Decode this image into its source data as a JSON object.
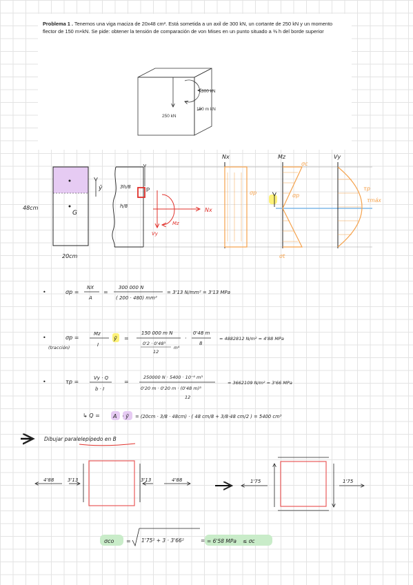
{
  "problem": {
    "title": "Problema 1 .",
    "statement": "Tenemos una viga maciza de 20x48 cm². Está sometida a un axil de 300 kN, un cortante de 250 kN y un momento flector de 150 m×kN. Se pide: obtener la tensión de comparación de von Mises en un punto situado a ⅜ h del borde superior"
  },
  "beam_figure": {
    "axial_label": "300 kN",
    "shear_label": "250 kN",
    "moment_label": "150 m kN"
  },
  "section": {
    "height_label": "48cm",
    "width_label": "20cm",
    "point_label": "P",
    "centroid_label": "G",
    "ybar_label": "ȳ",
    "upper_fraction": "3h/8",
    "lower_fraction": "h/8",
    "nx_label": "Nx",
    "mz_label": "Mz",
    "vy_label": "Vy"
  },
  "diagrams": {
    "nx_title": "Nx",
    "mz_title": "Mz",
    "vy_title": "Vy",
    "sigma_p_nx": "σp",
    "sigma_top": "σc",
    "sigma_p_mz": "σp",
    "sigma_bottom": "σt",
    "tau_p": "τp",
    "tau_max": "τmáx",
    "y_label": "ȳ"
  },
  "equations": {
    "eq1": {
      "lhs": "σp =",
      "frac1_num": "NX",
      "frac1_den": "A",
      "eq": "=",
      "frac2_num": "300 000 N",
      "frac2_den": "( 200 · 480) mm²",
      "result": "= 3'13 N/mm² = 3'13 MPa"
    },
    "eq2": {
      "lhs": "σp =",
      "note": "(tracción)",
      "frac1_num": "Mz",
      "frac1_den": "I",
      "ybar": "ȳ",
      "frac2_num": "150 000 m N",
      "frac2_den_top": "0'2 · 0'48³",
      "frac2_den_bottom": "12",
      "unit": "m⁴",
      "frac3_num": "0'48 m",
      "frac3_den": "8",
      "result": "= 4882812 N/m² = 4'88 MPa"
    },
    "eq3": {
      "lhs": "τp =",
      "frac1_num": "Vy · Q",
      "frac1_den": "b · I",
      "eq": "=",
      "frac2_num": "250000 N · 5400 · 10⁻⁶ m³",
      "frac2_den": "0'20 m · 0'20 m · (0'48 m)³",
      "frac2_den_sub": "12",
      "result": "= 3662109 N/m² = 3'66 MPa"
    },
    "eq4": {
      "text_a": "↳ Q =",
      "a": "A",
      "ybar": "· ȳ",
      "text_b": "= (20cm · 3/8 · 48cm) · ( 48 cm/8 + 3/8·48 cm/2 ) = 5400 cm³"
    }
  },
  "parallelepiped": {
    "heading": "Dibujar paralelepípedo en B",
    "left_outer": "4'88",
    "left_inner": "3'13",
    "right_inner": "3'13",
    "right_outer": "4'88",
    "shear_left": "1'75",
    "shear_right": "1'75"
  },
  "von_mises": {
    "lhs": "σco",
    "radicand": "1'75² + 3 · 3'66²",
    "result": "= 6'58 MPa",
    "comparison": "≤ σc"
  }
}
